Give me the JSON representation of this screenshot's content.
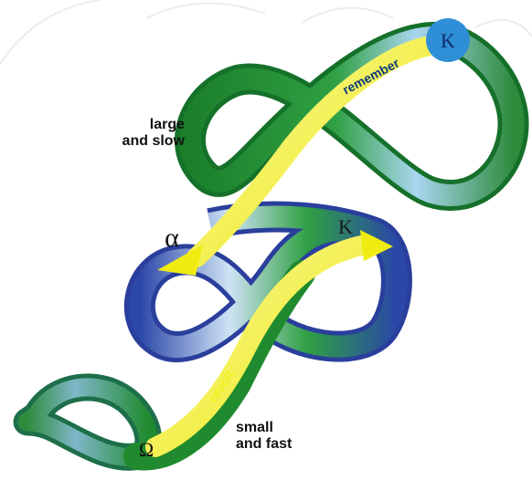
{
  "labels": {
    "large_slow_line1": "large",
    "large_slow_line2": "and  slow",
    "small_fast_line1": "small",
    "small_fast_line2": "and fast",
    "remember": "remember",
    "revolt": "revolt",
    "alpha": "α",
    "k_top": "K",
    "k_mid": "K",
    "omega": "Ω"
  },
  "colors": {
    "green_dark": "#1b7f2a",
    "green": "#2fa043",
    "green_light": "#7ec98a",
    "blue": "#3c55b5",
    "blue_light": "#9fc4e8",
    "yellow": "#f4f21a",
    "circle_blue": "#2f8fd6"
  }
}
